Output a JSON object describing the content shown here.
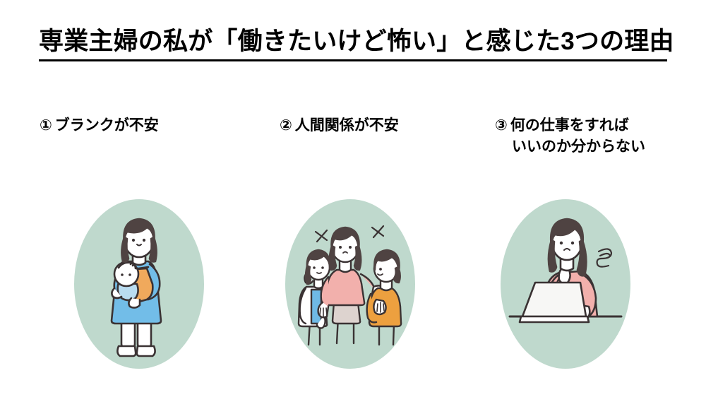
{
  "slide": {
    "background_color": "#ffffff",
    "title": "専業主婦の私が「働きたいけど怖い」と感じた3つの理由",
    "title_underline": true,
    "title_color": "#000000"
  },
  "palette": {
    "circle_background": "#bfd9cd",
    "outline": "#3a3233",
    "hair_dark": "#4f4342",
    "skin": "#ffffff",
    "dress_blue": "#72bde8",
    "sling_orange": "#f0a95c",
    "sweater_pink": "#f2b0ac",
    "sweater_orange": "#eda03f",
    "top_blue": "#6fb9e5",
    "cardigan_white": "#ffffff",
    "laptop_white": "#f7f7f5"
  },
  "columns": [
    {
      "number": "①",
      "heading_line1": "ブランクが不安",
      "heading_line2": "",
      "illustration": {
        "name": "mother-holding-baby",
        "description": "専業主婦が赤ちゃんを抱っこしているイラスト",
        "colors": [
          "#bfd9cd",
          "#72bde8",
          "#f0a95c",
          "#4f4342"
        ]
      }
    },
    {
      "number": "②",
      "heading_line1": "人間関係が不安",
      "heading_line2": "",
      "illustration": {
        "name": "three-women-talking",
        "description": "職場で女性3人が話している緊張感のあるイラスト",
        "colors": [
          "#bfd9cd",
          "#f2b0ac",
          "#eda03f",
          "#6fb9e5",
          "#4f4342"
        ]
      }
    },
    {
      "number": "③",
      "heading_line1": "何の仕事をすれば",
      "heading_line2": "いいのか分からない",
      "illustration": {
        "name": "woman-thinking-at-laptop",
        "description": "ノートパソコンの前で悩む女性のイラスト",
        "colors": [
          "#bfd9cd",
          "#f2b0ac",
          "#4f4342"
        ]
      }
    }
  ]
}
